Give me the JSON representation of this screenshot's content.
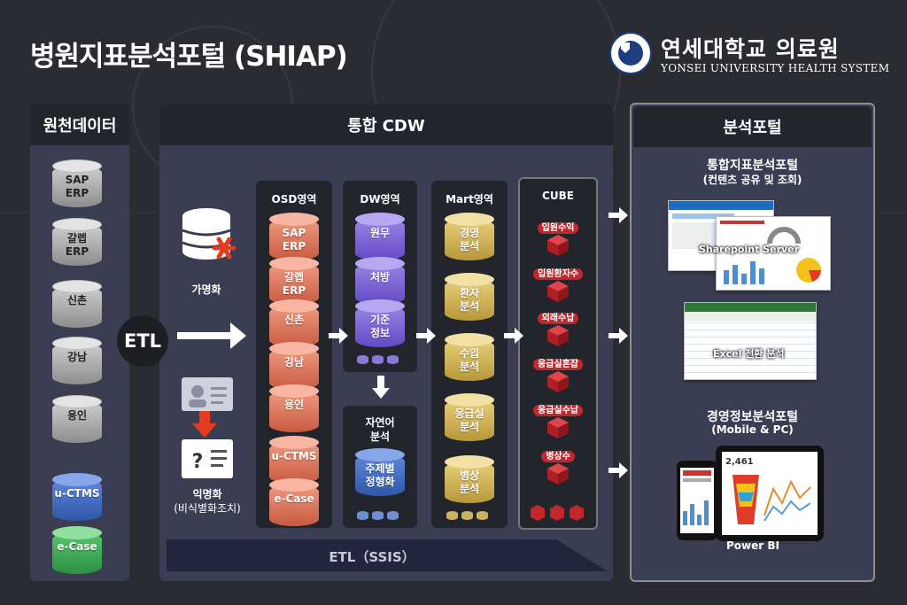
{
  "header": {
    "title": "병원지표분석포털 (SHIAP)",
    "logo_ko": "연세대학교 의료원",
    "logo_en": "YONSEI UNIVERSITY HEALTH SYSTEM"
  },
  "source": {
    "title": "원천데이터",
    "items": [
      "SAP\nERP",
      "갈렙\nERP",
      "신촌",
      "강남",
      "용인",
      "u-CTMS",
      "e-Case"
    ]
  },
  "etl": {
    "label": "ETL",
    "pseudonym": "가명화",
    "anonymize_1": "익명화",
    "anonymize_2": "(비식별화조치)",
    "bottom": "ETL（SSIS）"
  },
  "cdw": {
    "title": "통합 CDW",
    "osd": {
      "title": "OSD영역",
      "items": [
        "SAP\nERP",
        "갈렙\nERP",
        "신촌",
        "강남",
        "용인",
        "u-CTMS",
        "e-Case"
      ]
    },
    "dw": {
      "title": "DW영역",
      "items": [
        "원무",
        "처방",
        "기준\n정보"
      ]
    },
    "nlp": {
      "title_1": "자연어",
      "title_2": "분석",
      "item": "주제별\n정형화"
    },
    "mart": {
      "title": "Mart영역",
      "items": [
        "경영\n분석",
        "환자\n분석",
        "수입\n분석",
        "응급실\n분석",
        "병상\n분석"
      ]
    },
    "cube": {
      "title": "CUBE",
      "items": [
        "입원수익",
        "입원환자수",
        "외래수납",
        "응급실혼잡",
        "응급실수납",
        "병상수"
      ]
    }
  },
  "portal": {
    "title": "분석포털",
    "integrated_1": "통합지표분석포털",
    "integrated_2": "(컨텐츠 공유 및 조회)",
    "sharepoint": "Sharepoint Server",
    "excel": "Excel 전환 분석",
    "mgmt_1": "경영정보분석포털",
    "mgmt_2": "(Mobile & PC)",
    "powerbi": "Power BI",
    "bi_number": "2,461"
  },
  "colors": {
    "background": "#2a2c31",
    "panel": "#3b3e52",
    "header": "#23252c",
    "accent_red": "#c1272d",
    "etl_bar": "#2a2d4a"
  }
}
